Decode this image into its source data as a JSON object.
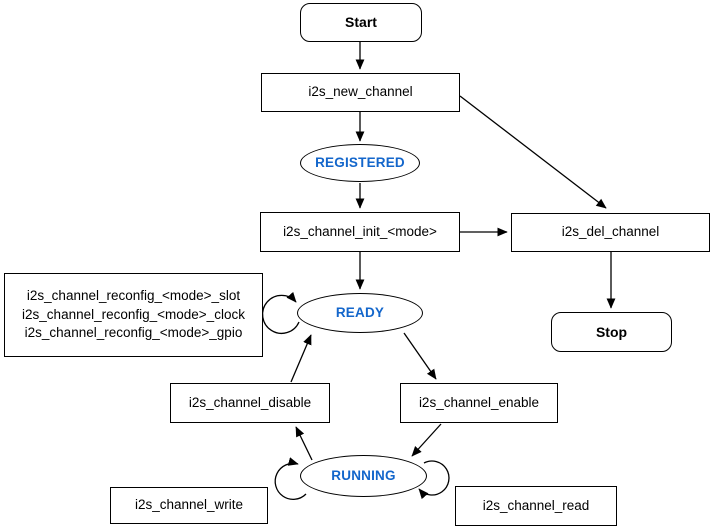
{
  "diagram": {
    "nodes": {
      "start": {
        "label": "Start"
      },
      "new_channel": {
        "label": "i2s_new_channel"
      },
      "registered": {
        "label": "REGISTERED"
      },
      "init": {
        "label": "i2s_channel_init_<mode>"
      },
      "del_channel": {
        "label": "i2s_del_channel"
      },
      "stop": {
        "label": "Stop"
      },
      "reconfig": {
        "lines": [
          "i2s_channel_reconfig_<mode>_slot",
          "i2s_channel_reconfig_<mode>_clock",
          "i2s_channel_reconfig_<mode>_gpio"
        ]
      },
      "ready": {
        "label": "READY"
      },
      "disable": {
        "label": "i2s_channel_disable"
      },
      "enable": {
        "label": "i2s_channel_enable"
      },
      "running": {
        "label": "RUNNING"
      },
      "write": {
        "label": "i2s_channel_write"
      },
      "read": {
        "label": "i2s_channel_read"
      }
    },
    "colors": {
      "state_text": "#1366CB",
      "stroke": "#000000",
      "fill": "#FFFFFF",
      "background": "#FFFFFF"
    }
  }
}
